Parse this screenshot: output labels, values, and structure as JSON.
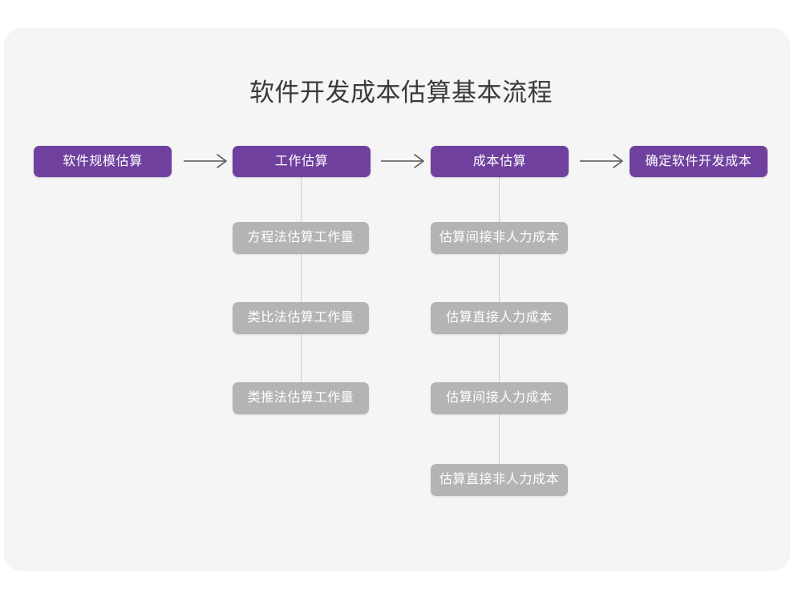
{
  "page": {
    "title": "软件开发成本估算基本流程",
    "background_color": "#ffffff",
    "card_color": "#f5f5f5",
    "title_color": "#3a3a3a"
  },
  "theme": {
    "primary_color": "#70409e",
    "secondary_color": "#b4b4b4",
    "connector_color": "#cfcfcf",
    "arrow_color": "#555555",
    "node_text_color": "#ffffff"
  },
  "flow": {
    "stages": [
      {
        "id": "stage-1",
        "label": "软件规模估算",
        "steps": []
      },
      {
        "id": "stage-2",
        "label": "工作估算",
        "steps": [
          {
            "id": "stage-2-step-1",
            "label": "方程法估算工作量"
          },
          {
            "id": "stage-2-step-2",
            "label": "类比法估算工作量"
          },
          {
            "id": "stage-2-step-3",
            "label": "类推法估算工作量"
          }
        ]
      },
      {
        "id": "stage-3",
        "label": "成本估算",
        "steps": [
          {
            "id": "stage-3-step-1",
            "label": "估算间接非人力成本"
          },
          {
            "id": "stage-3-step-2",
            "label": "估算直接人力成本"
          },
          {
            "id": "stage-3-step-3",
            "label": "估算间接人力成本"
          },
          {
            "id": "stage-3-step-4",
            "label": "估算直接非人力成本"
          }
        ]
      },
      {
        "id": "stage-4",
        "label": "确定软件开发成本",
        "steps": []
      }
    ],
    "connectors": [
      {
        "id": "arrow-1",
        "from": "stage-1",
        "to": "stage-2",
        "glyph": "arrow-right-icon"
      },
      {
        "id": "arrow-2",
        "from": "stage-2",
        "to": "stage-3",
        "glyph": "arrow-right-icon"
      },
      {
        "id": "arrow-3",
        "from": "stage-3",
        "to": "stage-4",
        "glyph": "arrow-right-icon"
      }
    ]
  },
  "chart_data": {
    "type": "diagram",
    "title": "软件开发成本估算基本流程",
    "nodes": [
      {
        "id": "stage-1",
        "label": "软件规模估算",
        "level": 1,
        "column": 1
      },
      {
        "id": "stage-2",
        "label": "工作估算",
        "level": 1,
        "column": 2
      },
      {
        "id": "stage-3",
        "label": "成本估算",
        "level": 1,
        "column": 3
      },
      {
        "id": "stage-4",
        "label": "确定软件开发成本",
        "level": 1,
        "column": 4
      },
      {
        "id": "stage-2-step-1",
        "label": "方程法估算工作量",
        "level": 2,
        "column": 2
      },
      {
        "id": "stage-2-step-2",
        "label": "类比法估算工作量",
        "level": 2,
        "column": 2
      },
      {
        "id": "stage-2-step-3",
        "label": "类推法估算工作量",
        "level": 2,
        "column": 2
      },
      {
        "id": "stage-3-step-1",
        "label": "估算间接非人力成本",
        "level": 2,
        "column": 3
      },
      {
        "id": "stage-3-step-2",
        "label": "估算直接人力成本",
        "level": 2,
        "column": 3
      },
      {
        "id": "stage-3-step-3",
        "label": "估算间接人力成本",
        "level": 2,
        "column": 3
      },
      {
        "id": "stage-3-step-4",
        "label": "估算直接非人力成本",
        "level": 2,
        "column": 3
      }
    ],
    "edges": [
      {
        "from": "stage-1",
        "to": "stage-2",
        "style": "arrow"
      },
      {
        "from": "stage-2",
        "to": "stage-3",
        "style": "arrow"
      },
      {
        "from": "stage-3",
        "to": "stage-4",
        "style": "arrow"
      },
      {
        "from": "stage-2",
        "to": "stage-2-step-1",
        "style": "line"
      },
      {
        "from": "stage-2-step-1",
        "to": "stage-2-step-2",
        "style": "line"
      },
      {
        "from": "stage-2-step-2",
        "to": "stage-2-step-3",
        "style": "line"
      },
      {
        "from": "stage-3",
        "to": "stage-3-step-1",
        "style": "line"
      },
      {
        "from": "stage-3-step-1",
        "to": "stage-3-step-2",
        "style": "line"
      },
      {
        "from": "stage-3-step-2",
        "to": "stage-3-step-3",
        "style": "line"
      },
      {
        "from": "stage-3-step-3",
        "to": "stage-3-step-4",
        "style": "line"
      }
    ]
  }
}
